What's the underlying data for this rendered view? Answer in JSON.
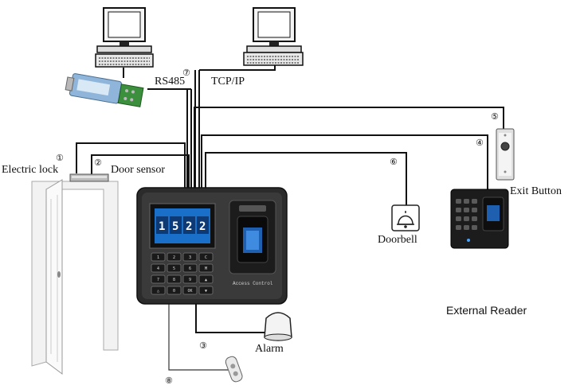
{
  "labels": {
    "rs485": "RS485",
    "tcpip": "TCP/IP",
    "electric_lock": "Electric lock",
    "door_sensor": "Door sensor",
    "exit_button": "Exit Button",
    "doorbell": "Doorbell",
    "alarm": "Alarm",
    "external_reader": "External Reader"
  },
  "markers": {
    "m1": "①",
    "m2": "②",
    "m3": "③",
    "m4": "④",
    "m5": "⑤",
    "m6": "⑥",
    "m7": "⑦",
    "m8": "⑧"
  },
  "device": {
    "lcd_digits": [
      "1",
      "5",
      "2",
      "2"
    ],
    "panel_text": "Access Control",
    "keys": [
      "1",
      "2",
      "3",
      "C",
      "4",
      "5",
      "6",
      "M",
      "7",
      "8",
      "9",
      "▲",
      "△",
      "0",
      "OK",
      "▼"
    ]
  },
  "colors": {
    "wire": "#111111",
    "device_body": "#2b2b2b",
    "lcd_blue": "#1a6fc9",
    "converter_blue": "#8fb6da",
    "terminal_green": "#3c8f3c"
  }
}
